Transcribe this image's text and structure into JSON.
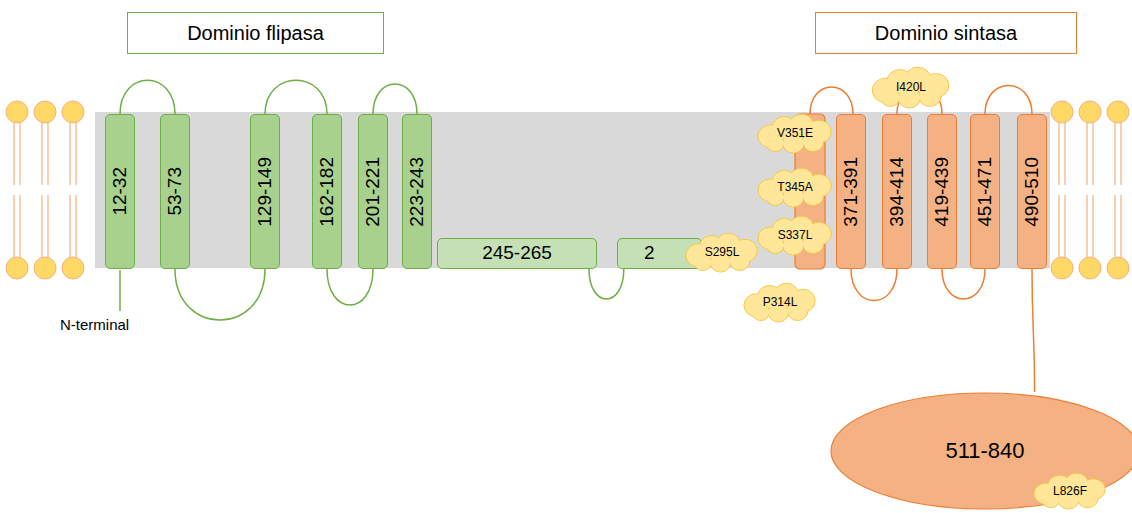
{
  "diagram": {
    "nodes": [
      {
        "text": [
          "Dominio flipasa"
        ]
      },
      {
        "text": [
          "Dominio sintasa"
        ]
      },
      {
        "text": [
          "12-32"
        ]
      },
      {
        "text": [
          "53-73"
        ]
      },
      {
        "text": [
          "129-149"
        ]
      },
      {
        "text": [
          "162-182"
        ]
      },
      {
        "text": [
          "201-221"
        ]
      },
      {
        "text": [
          "223-243"
        ]
      },
      {
        "text": [
          "245-265"
        ]
      },
      {
        "text": [
          "2"
        ]
      },
      {
        "text": [
          "371-391"
        ]
      },
      {
        "text": [
          "394-414"
        ]
      },
      {
        "text": [
          "419-439"
        ]
      },
      {
        "text": [
          "451-471"
        ]
      },
      {
        "text": [
          "490-510"
        ]
      },
      {
        "text": [
          "511-840"
        ]
      },
      {
        "text": [
          "I420L"
        ]
      },
      {
        "text": [
          "V351E"
        ]
      },
      {
        "text": [
          "T345A"
        ]
      },
      {
        "text": [
          "S337L"
        ]
      },
      {
        "text": [
          "S295L"
        ]
      },
      {
        "text": [
          "P314L"
        ]
      },
      {
        "text": [
          "L826F"
        ]
      }
    ],
    "edges": [
      {
        "from": 2,
        "to": 3,
        "arrow": "none"
      },
      {
        "from": 3,
        "to": 4,
        "arrow": "none"
      },
      {
        "from": 4,
        "to": 5,
        "arrow": "none"
      },
      {
        "from": 5,
        "to": 6,
        "arrow": "none"
      },
      {
        "from": 6,
        "to": 7,
        "arrow": "none"
      },
      {
        "from": 8,
        "to": 9,
        "arrow": "none"
      },
      {
        "from": 10,
        "to": 11,
        "arrow": "none"
      },
      {
        "from": 11,
        "to": 12,
        "arrow": "none"
      },
      {
        "from": 12,
        "to": 13,
        "arrow": "none"
      },
      {
        "from": 13,
        "to": 14,
        "arrow": "none"
      },
      {
        "from": 14,
        "to": 15,
        "arrow": "none"
      }
    ],
    "labels": [
      "N-terminal"
    ]
  }
}
